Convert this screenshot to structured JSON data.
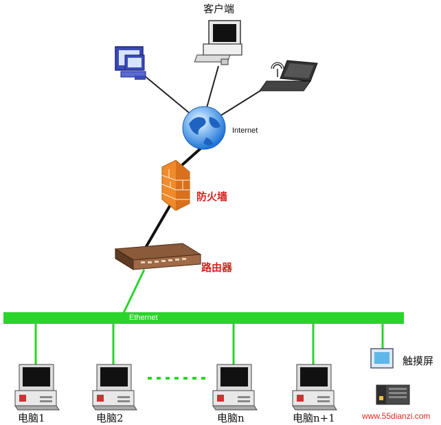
{
  "labels": {
    "client": "客户端",
    "internet": "Internet",
    "firewall": "防火墙",
    "router": "路由器",
    "ethernet": "Ethernet",
    "touchscreen": "触摸屏",
    "pc1": "电脑1",
    "pc2": "电脑2",
    "pcn": "电脑n",
    "pcn1": "电脑n+1",
    "watermark": "www.55dianzi.com"
  },
  "colors": {
    "label_red": "#d2231d",
    "ethernet_green": "#2ad42a",
    "link_black": "#222222",
    "globe_blue": "#1d74d8",
    "firewall_orange": "#f08a2a"
  },
  "icons": [
    "desktop-computer-icon",
    "client-computer-icon",
    "laptop-wifi-icon",
    "globe-icon",
    "firewall-icon",
    "router-icon",
    "touchscreen-icon",
    "plc-icon",
    "pc-icon"
  ]
}
